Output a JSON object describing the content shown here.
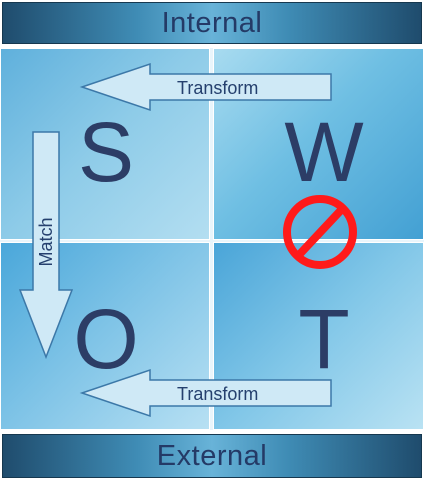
{
  "header": {
    "label": "Internal"
  },
  "footer": {
    "label": "External"
  },
  "quadrants": {
    "top_left": "S",
    "top_right": "W",
    "bottom_left": "O",
    "bottom_right": "T"
  },
  "arrows": {
    "top": "Transform",
    "bottom": "Transform",
    "left": "Match"
  },
  "icons": {
    "no_symbol": "prohibition-icon",
    "no_symbol_color": "#ff1a1a"
  },
  "colors": {
    "bar_dark": "#1f4c6d",
    "bar_light": "#68b3d8",
    "text": "#2c3d66",
    "arrow_fill": "#cfe9f6"
  }
}
